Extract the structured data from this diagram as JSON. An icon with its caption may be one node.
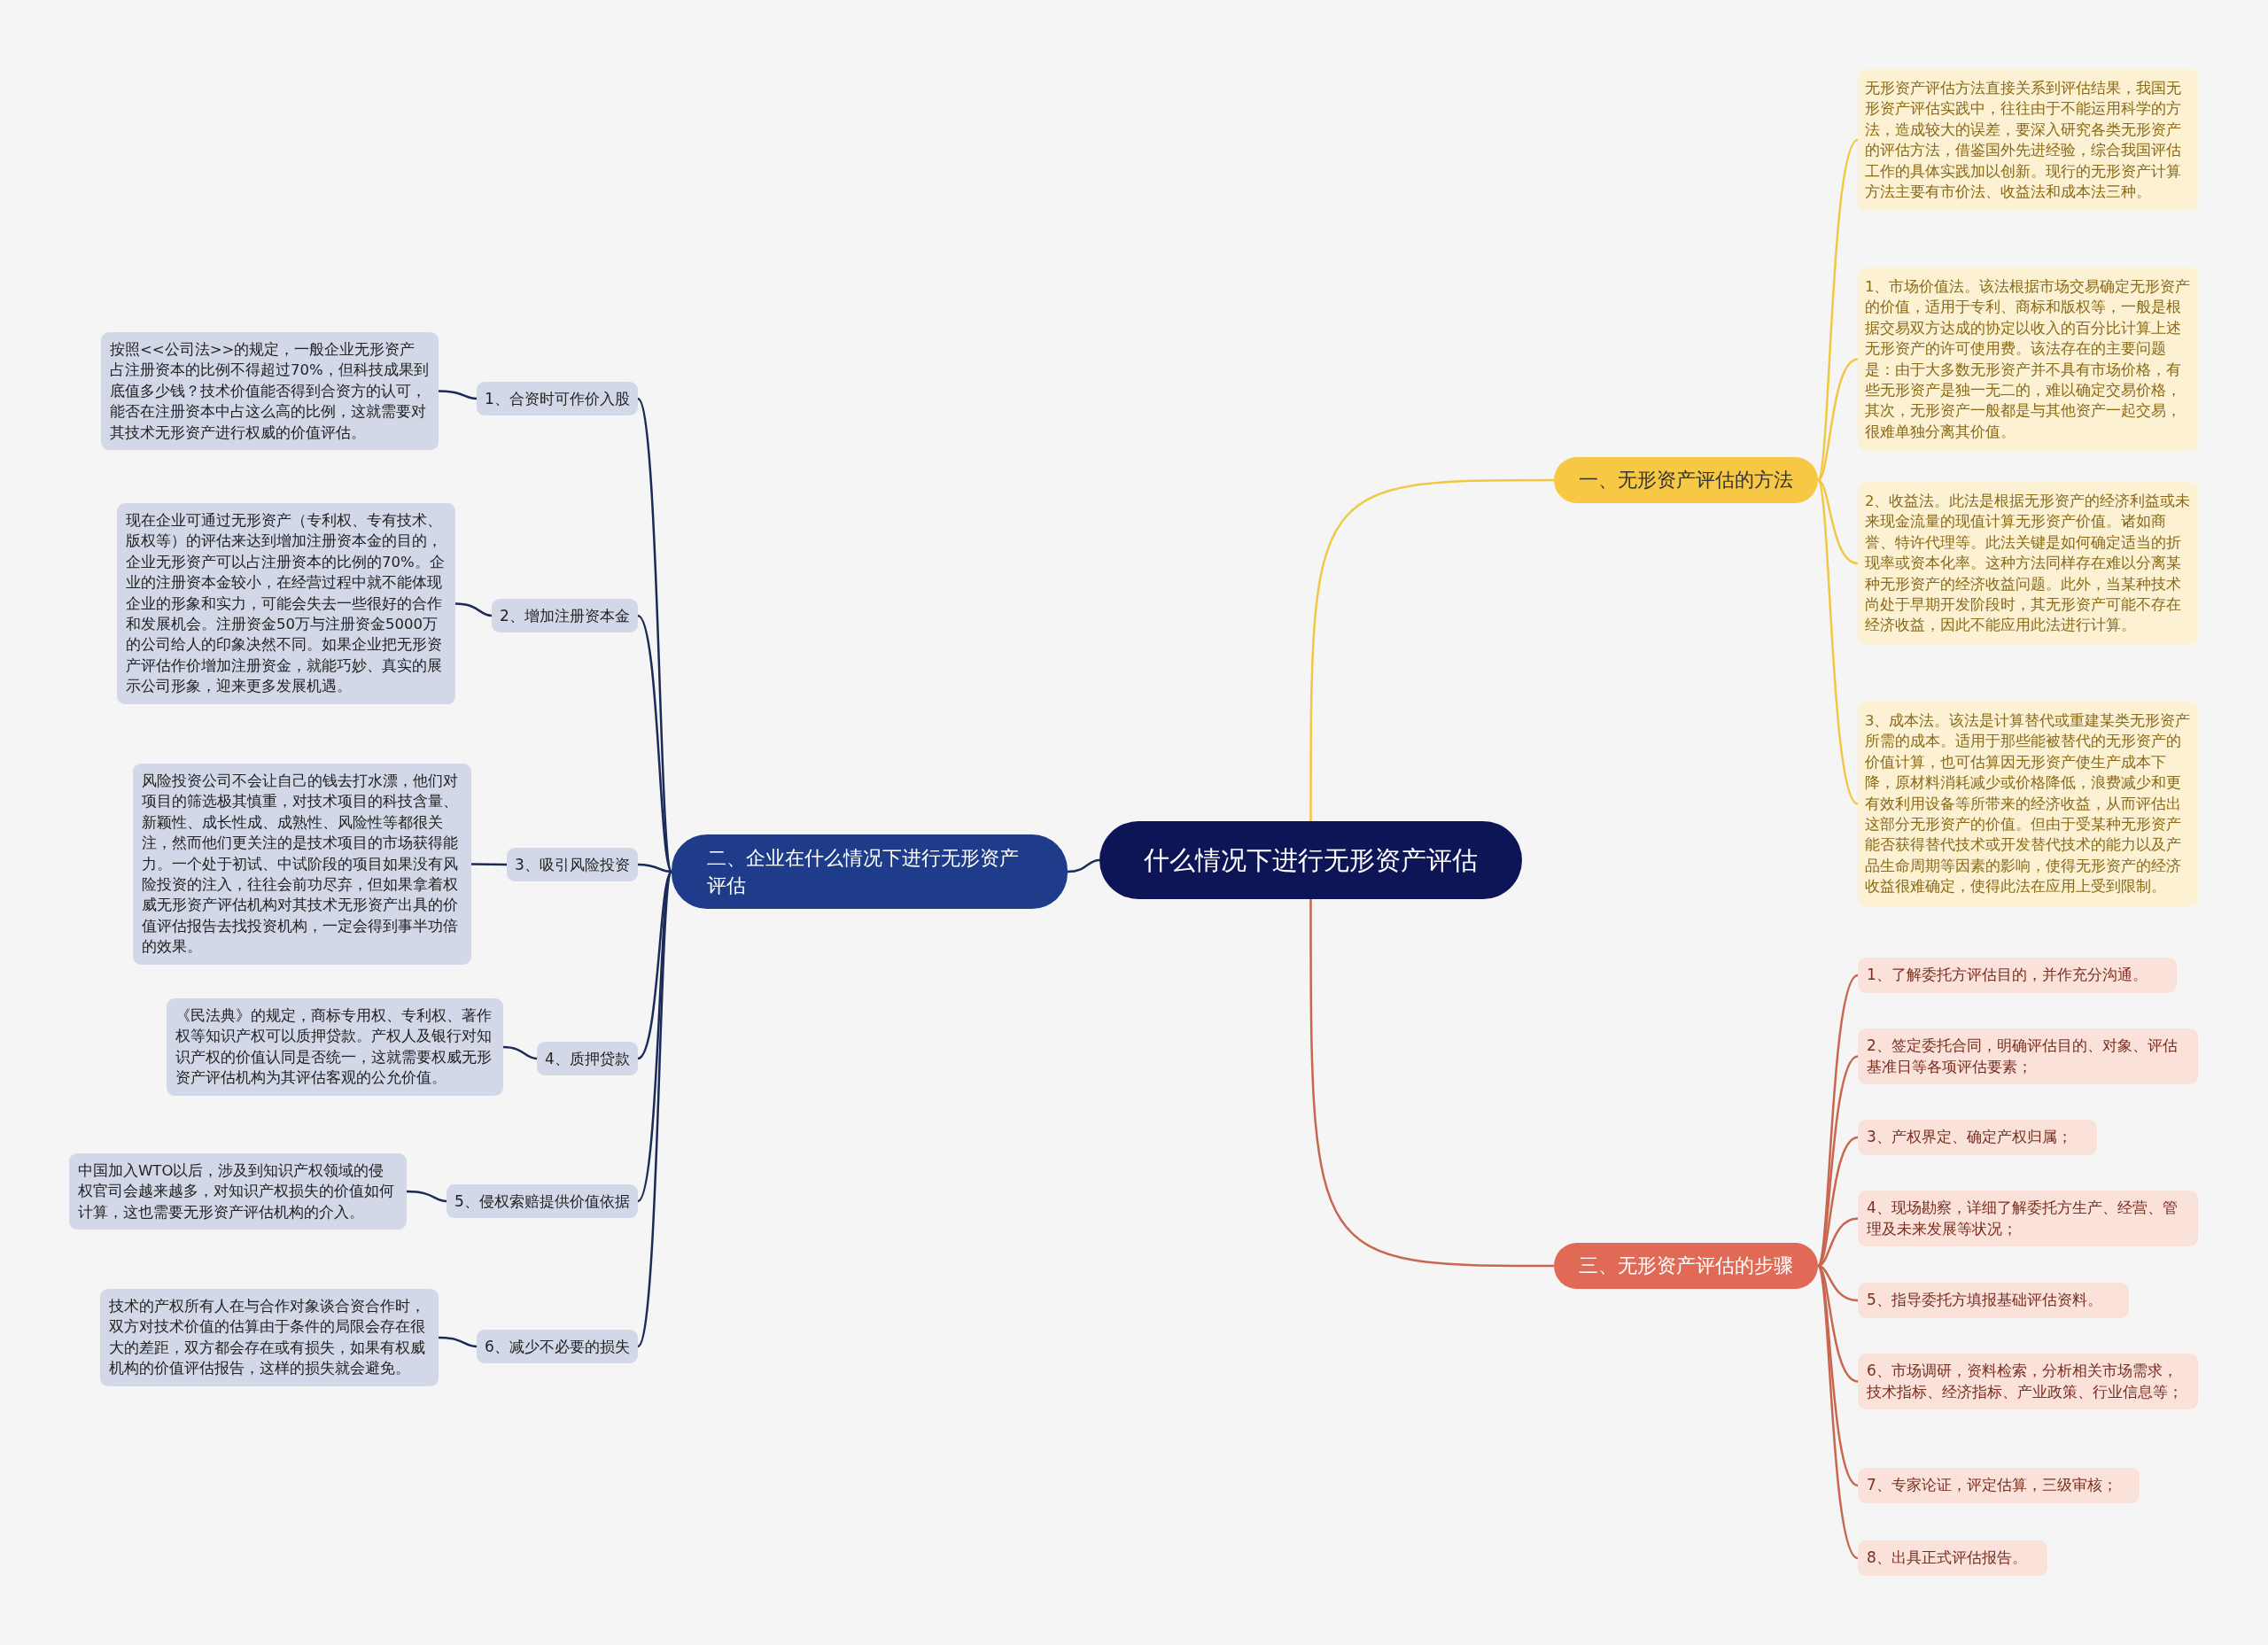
{
  "diagram": {
    "nodes": [
      {
        "text": [
          "什么情况下进行无形资产评估"
        ]
      },
      {
        "text": [
          "一、无形资产评估的方法"
        ]
      },
      {
        "text": [
          "无形资产评估方法直接关系到评估结果，我国无形资产评估实践中，往往由于不能运用科学的方法，造成较大的误差，要深入研究各类无形资产的评估方法，借鉴国外先进经验，综合我国评估工作的具体实践加以创新。现行的无形资产计算方法主要有市价法、收益法和成本法三种。"
        ]
      },
      {
        "text": [
          "1、市场价值法。该法根据市场交易确定无形资产的价值，适用于专利、商标和版权等，一般是根据交易双方达成的协定以收入的百分比计算上述无形资产的许可使用费。该法存在的主要问题是：由于大多数无形资产并不具有市场价格，有些无形资产是独一无二的，难以确定交易价格，其次，无形资产一般都是与其他资产一起交易，很难单独分离其价值。"
        ]
      },
      {
        "text": [
          "2、收益法。此法是根据无形资产的经济利益或未来现金流量的现值计算无形资产价值。诸如商誉、特许代理等。此法关键是如何确定适当的折现率或资本化率。这种方法同样存在难以分离某种无形资产的经济收益问题。此外，当某种技术尚处于早期开发阶段时，其无形资产可能不存在经济收益，因此不能应用此法进行计算。"
        ]
      },
      {
        "text": [
          "3、成本法。该法是计算替代或重建某类无形资产所需的成本。适用于那些能被替代的无形资产的价值计算，也可估算因无形资产使生产成本下降，原材料消耗减少或价格降低，浪费减少和更有效利用设备等所带来的经济收益，从而评估出这部分无形资产的价值。但由于受某种无形资产能否获得替代技术或开发替代技术的能力以及产品生命周期等因素的影响，使得无形资产的经济收益很难确定，使得此法在应用上受到限制。"
        ]
      },
      {
        "text": [
          "二、企业在什么情况下进行无形资产评估"
        ]
      },
      {
        "text": [
          "1、合资时可作价入股"
        ]
      },
      {
        "text": [
          "按照<<公司法>>的规定，一般企业无形资产占注册资本的比例不得超过70%，但科技成果到底值多少钱？技术价值能否得到合资方的认可，能否在注册资本中占这么高的比例，这就需要对其技术无形资产进行权威的价值评估。"
        ]
      },
      {
        "text": [
          "2、增加注册资本金"
        ]
      },
      {
        "text": [
          "现在企业可通过无形资产（专利权、专有技术、版权等）的评估来达到增加注册资本金的目的，企业无形资产可以占注册资本的比例的70%。企业的注册资本金较小，在经营过程中就不能体现企业的形象和实力，可能会失去一些很好的合作和发展机会。注册资金50万与注册资金5000万的公司给人的印象决然不同。如果企业把无形资产评估作价增加注册资金，就能巧妙、真实的展示公司形象，迎来更多发展机遇。"
        ]
      },
      {
        "text": [
          "3、吸引风险投资"
        ]
      },
      {
        "text": [
          "风险投资公司不会让自己的钱去打水漂，他们对项目的筛选极其慎重，对技术项目的科技含量、新颖性、成长性成、成熟性、风险性等都很关注，然而他们更关注的是技术项目的市场获得能力。一个处于初试、中试阶段的项目如果没有风险投资的注入，往往会前功尽弃，但如果拿着权威无形资产评估机构对其技术无形资产出具的价值评估报告去找投资机构，一定会得到事半功倍的效果。"
        ]
      },
      {
        "text": [
          "4、质押贷款"
        ]
      },
      {
        "text": [
          "《民法典》的规定，商标专用权、专利权、著作权等知识产权可以质押贷款。产权人及银行对知识产权的价值认同是否统一，这就需要权威无形资产评估机构为其评估客观的公允价值。"
        ]
      },
      {
        "text": [
          "5、侵权索赔提供价值依据"
        ]
      },
      {
        "text": [
          "中国加入WTO以后，涉及到知识产权领域的侵权官司会越来越多，对知识产权损失的价值如何计算，这也需要无形资产评估机构的介入。"
        ]
      },
      {
        "text": [
          "6、减少不必要的损失"
        ]
      },
      {
        "text": [
          "技术的产权所有人在与合作对象谈合资合作时，双方对技术价值的估算由于条件的局限会存在很大的差距，双方都会存在或有损失，如果有权威机构的价值评估报告，这样的损失就会避免。"
        ]
      },
      {
        "text": [
          "三、无形资产评估的步骤"
        ]
      },
      {
        "text": [
          "1、了解委托方评估目的，并作充分沟通。"
        ]
      },
      {
        "text": [
          "2、签定委托合同，明确评估目的、对象、评估基准日等各项评估要素；"
        ]
      },
      {
        "text": [
          "3、产权界定、确定产权归属；"
        ]
      },
      {
        "text": [
          "4、现场勘察，详细了解委托方生产、经营、管理及未来发展等状况；"
        ]
      },
      {
        "text": [
          "5、指导委托方填报基础评估资料。"
        ]
      },
      {
        "text": [
          "6、市场调研，资料检索，分析相关市场需求，技术指标、经济指标、产业政策、行业信息等；"
        ]
      },
      {
        "text": [
          "7、专家论证，评定估算，三级审核；"
        ]
      },
      {
        "text": [
          "8、出具正式评估报告。"
        ]
      }
    ],
    "edges": [
      {
        "from": 0,
        "to": 1,
        "arrow": "none",
        "color": "#f2c744"
      },
      {
        "from": 1,
        "to": 2,
        "arrow": "none",
        "color": "#f2c744"
      },
      {
        "from": 1,
        "to": 3,
        "arrow": "none",
        "color": "#f2c744"
      },
      {
        "from": 1,
        "to": 4,
        "arrow": "none",
        "color": "#f2c744"
      },
      {
        "from": 1,
        "to": 5,
        "arrow": "none",
        "color": "#f2c744"
      },
      {
        "from": 0,
        "to": 6,
        "arrow": "none",
        "color": "#1b2a57"
      },
      {
        "from": 6,
        "to": 7,
        "arrow": "none",
        "color": "#1b2a57"
      },
      {
        "from": 7,
        "to": 8,
        "arrow": "none",
        "color": "#1b2a57"
      },
      {
        "from": 6,
        "to": 9,
        "arrow": "none",
        "color": "#1b2a57"
      },
      {
        "from": 9,
        "to": 10,
        "arrow": "none",
        "color": "#1b2a57"
      },
      {
        "from": 6,
        "to": 11,
        "arrow": "none",
        "color": "#1b2a57"
      },
      {
        "from": 11,
        "to": 12,
        "arrow": "none",
        "color": "#1b2a57"
      },
      {
        "from": 6,
        "to": 13,
        "arrow": "none",
        "color": "#1b2a57"
      },
      {
        "from": 13,
        "to": 14,
        "arrow": "none",
        "color": "#1b2a57"
      },
      {
        "from": 6,
        "to": 15,
        "arrow": "none",
        "color": "#1b2a57"
      },
      {
        "from": 15,
        "to": 16,
        "arrow": "none",
        "color": "#1b2a57"
      },
      {
        "from": 6,
        "to": 17,
        "arrow": "none",
        "color": "#1b2a57"
      },
      {
        "from": 17,
        "to": 18,
        "arrow": "none",
        "color": "#1b2a57"
      },
      {
        "from": 0,
        "to": 19,
        "arrow": "none",
        "color": "#c9664f"
      },
      {
        "from": 19,
        "to": 20,
        "arrow": "none",
        "color": "#c9664f"
      },
      {
        "from": 19,
        "to": 21,
        "arrow": "none",
        "color": "#c9664f"
      },
      {
        "from": 19,
        "to": 22,
        "arrow": "none",
        "color": "#c9664f"
      },
      {
        "from": 19,
        "to": 23,
        "arrow": "none",
        "color": "#c9664f"
      },
      {
        "from": 19,
        "to": 24,
        "arrow": "none",
        "color": "#c9664f"
      },
      {
        "from": 19,
        "to": 25,
        "arrow": "none",
        "color": "#c9664f"
      },
      {
        "from": 19,
        "to": 26,
        "arrow": "none",
        "color": "#c9664f"
      },
      {
        "from": 19,
        "to": 27,
        "arrow": "none",
        "color": "#c9664f"
      }
    ]
  }
}
